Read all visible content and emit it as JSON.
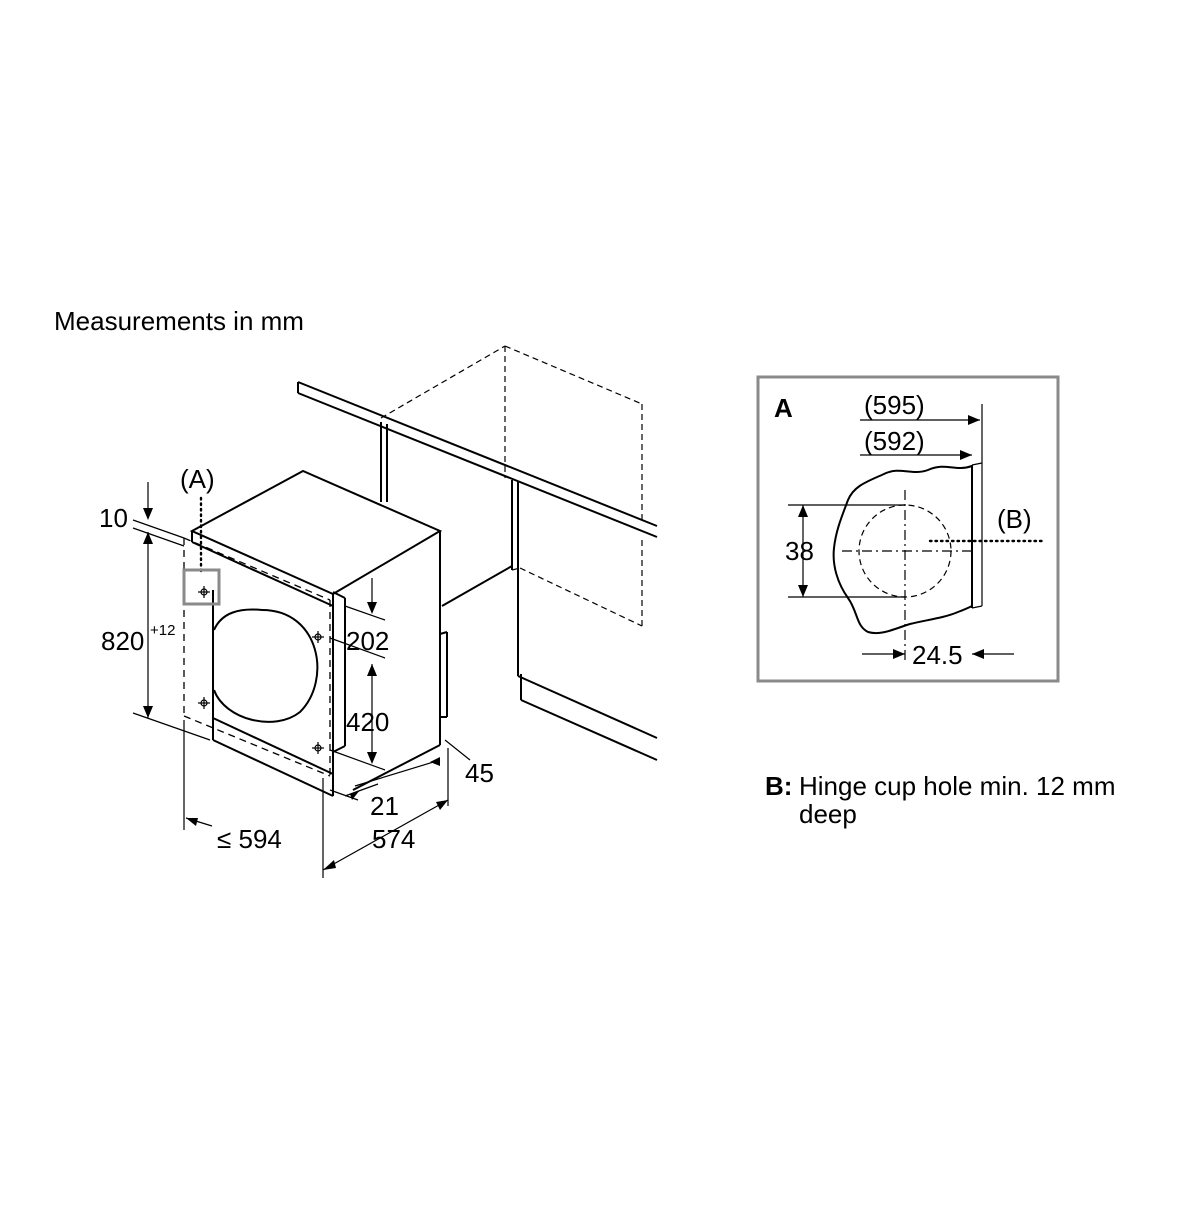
{
  "header": {
    "units_note": "Measurements in mm"
  },
  "main_view": {
    "detail_marker": "(A)",
    "dims": {
      "d10": "10",
      "d820": "820",
      "d820_tol": "+12",
      "d202": "202",
      "d420": "420",
      "d45": "45",
      "d21": "21",
      "d594": "≤ 594",
      "d574": "574"
    }
  },
  "detail_a": {
    "label": "A",
    "dims": {
      "d595": "(595)",
      "d592": "(592)",
      "d38": "38",
      "d24_5": "24.5"
    },
    "hole_marker": "(B)"
  },
  "legend": {
    "key": "B:",
    "line1": "Hinge cup hole min. 12 mm",
    "line2": "deep"
  }
}
